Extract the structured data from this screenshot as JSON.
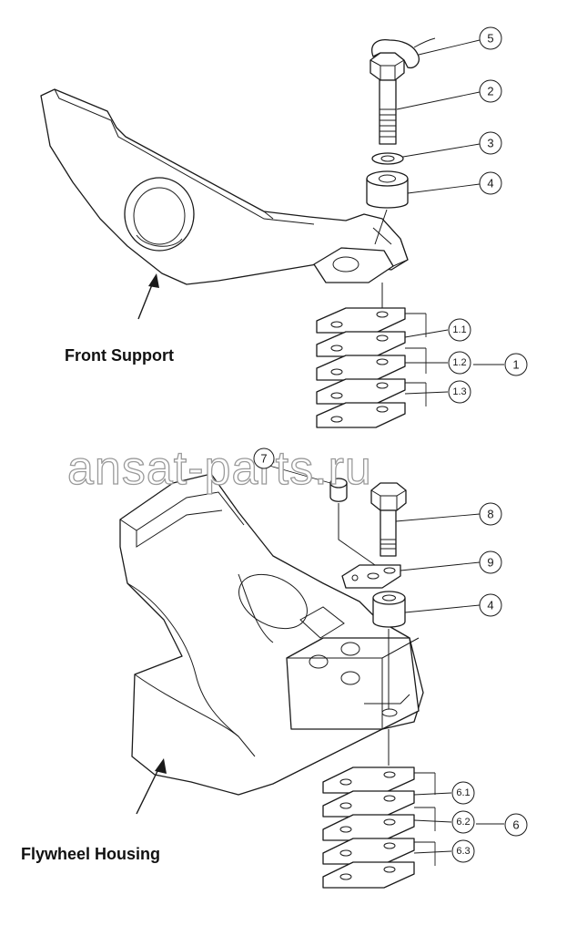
{
  "labels": {
    "front_support": "Front Support",
    "flywheel_housing": "Flywheel Housing"
  },
  "watermark": "ansat-parts.ru",
  "callouts": {
    "c5": "5",
    "c2": "2",
    "c3": "3",
    "c4a": "4",
    "c1": "1",
    "c1_1": "1.1",
    "c1_2": "1.2",
    "c1_3": "1.3",
    "c7": "7",
    "c8": "8",
    "c9": "9",
    "c4b": "4",
    "c6": "6",
    "c6_1": "6.1",
    "c6_2": "6.2",
    "c6_3": "6.3"
  },
  "colors": {
    "line": "#1a1a1a",
    "watermark_outline": "#9a9a9a",
    "background": "#ffffff"
  }
}
